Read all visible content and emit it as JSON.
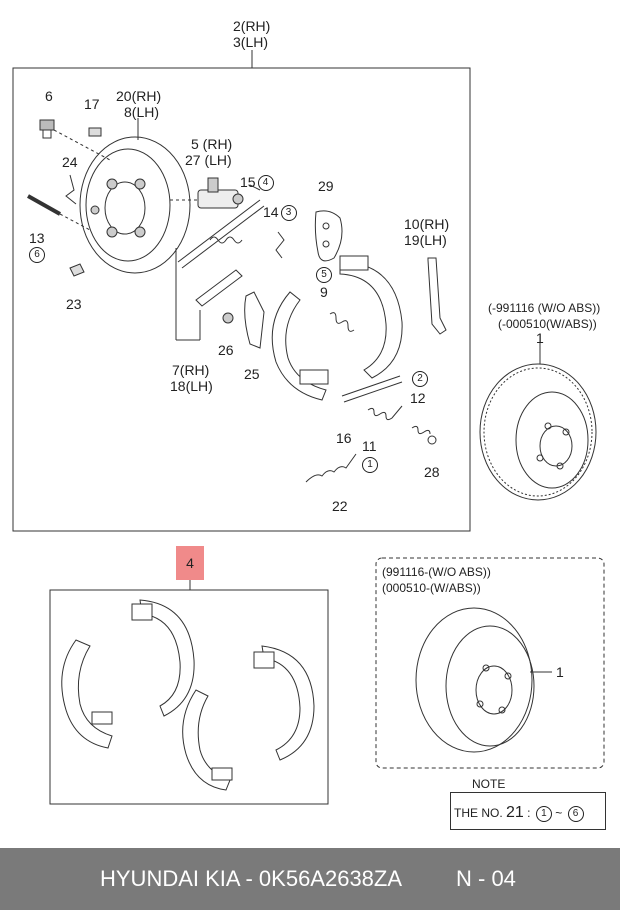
{
  "assembly_label": [
    "2(RH)",
    "3(LH)"
  ],
  "parts": {
    "p6": "6",
    "p17": "17",
    "p20_8": [
      "20(RH)",
      "8(LH)"
    ],
    "p5_27": [
      "5 (RH)",
      "27 (LH)"
    ],
    "p15": "15",
    "p15_ref": "4",
    "p24": "24",
    "p14": "14",
    "p14_ref": "3",
    "p29": "29",
    "p10_19": [
      "10(RH)",
      "19(LH)"
    ],
    "p13": "13",
    "p13_ref": "6",
    "p5": "5",
    "p9": "9",
    "p23": "23",
    "p26": "26",
    "p25": "25",
    "p7_18": [
      "7(RH)",
      "18(LH)"
    ],
    "p2_ref": "2",
    "p12": "12",
    "p16": "16",
    "p11": "11",
    "p11_ref": "1",
    "p28": "28",
    "p22": "22",
    "p1_top": "1",
    "p1_bottom": "1",
    "p4": "4"
  },
  "drum_top_notes": [
    "(-991116 (W/O ABS))",
    "(-000510(W/ABS))"
  ],
  "drum_bottom_notes": [
    "(991116-(W/O ABS))",
    "(000510-(W/ABS))"
  ],
  "note": {
    "title": "NOTE",
    "prefix": "THE NO.",
    "number": "21",
    "colon": ":",
    "range_start": "1",
    "tilde": "~",
    "range_end": "6"
  },
  "footer": {
    "brand": "HYUNDAI  KIA - 0K56A2638ZA",
    "page": "N - 04"
  }
}
